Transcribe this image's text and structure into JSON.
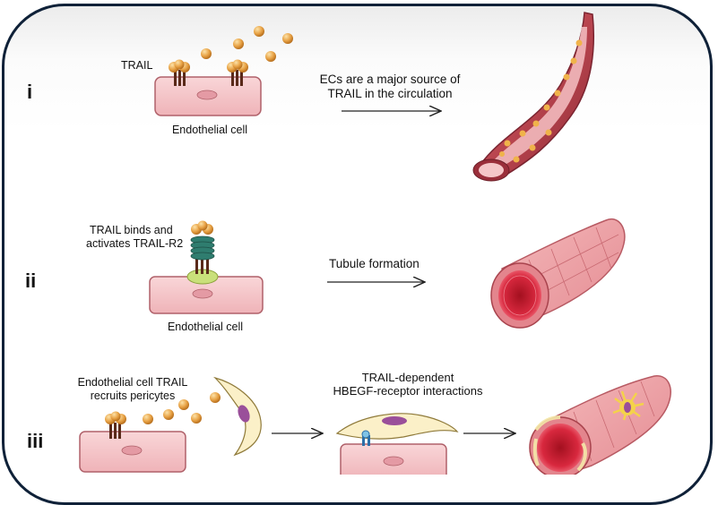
{
  "panels": {
    "i": {
      "numeral": "i",
      "label_trail": "TRAIL",
      "cell_label": "Endothelial cell",
      "caption_line1": "ECs are a major source of",
      "caption_line2": "TRAIL in the circulation"
    },
    "ii": {
      "numeral": "ii",
      "caption_line1": "TRAIL binds and",
      "caption_line2": "activates  TRAIL-R2",
      "cell_label": "Endothelial cell",
      "arrow_label": "Tubule formation"
    },
    "iii": {
      "numeral": "iii",
      "caption_line1": "Endothelial cell TRAIL",
      "caption_line2": "recruits pericytes",
      "mid_line1": "TRAIL-dependent",
      "mid_line2": "HBEGF-receptor interactions"
    }
  },
  "colors": {
    "frame": "#0f2138",
    "cell_fill": "#f4c5c8",
    "cell_stroke": "#b0616a",
    "nucleus": "#e8a0a8",
    "trail_ball": "#e8a245",
    "receptor": "#5a2a1a",
    "trail_r2": "#2f7d6f",
    "vessel_wall": "#c9595f",
    "lumen": "#d8283e",
    "pericyte": "#fbf0c8"
  }
}
